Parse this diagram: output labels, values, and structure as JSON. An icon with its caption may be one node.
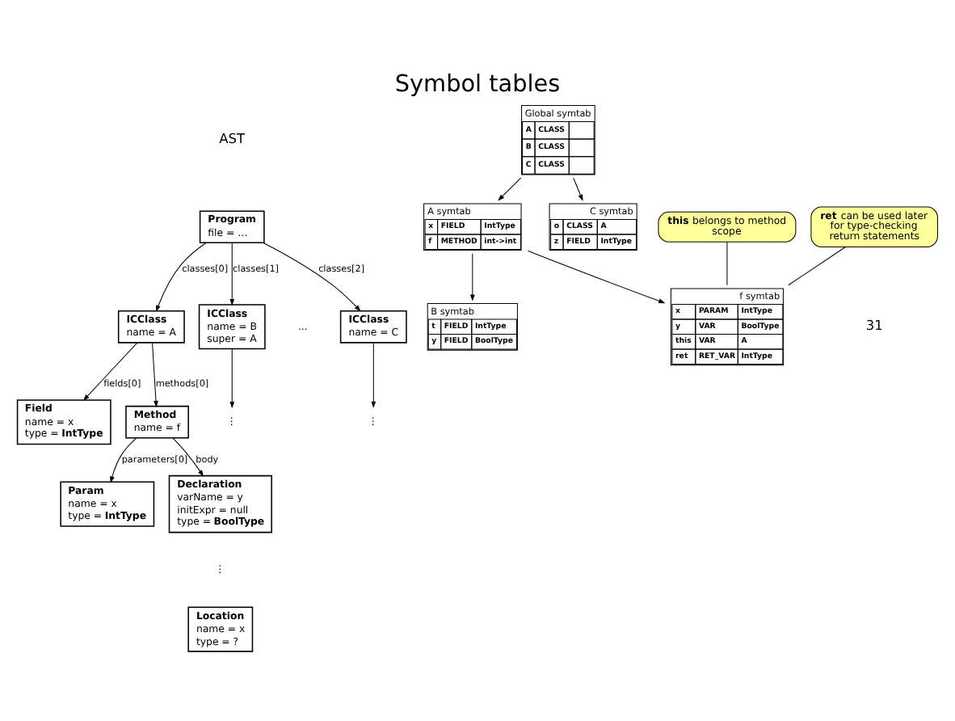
{
  "diagram": {
    "title": "Symbol tables",
    "nodes": [
      {
        "text": [
          "Program",
          "file = …"
        ]
      },
      {
        "text": [
          "ICClass",
          "name = A"
        ]
      },
      {
        "text": [
          "ICClass",
          "name = B",
          "super = A"
        ]
      },
      {
        "text": [
          "ICClass",
          "name = C"
        ]
      },
      {
        "text": [
          "Field",
          "name = x",
          "type = **IntType**"
        ]
      },
      {
        "text": [
          "Method",
          "name = f"
        ]
      },
      {
        "text": [
          "Param",
          "name = x",
          "type = **IntType**"
        ]
      },
      {
        "text": [
          "Declaration",
          "varName = y",
          "initExpr = null",
          "type = **BoolType**"
        ]
      },
      {
        "text": [
          "Location",
          "name = x",
          "type = ?"
        ]
      },
      {
        "text": [
          "⋮"
        ]
      },
      {
        "text": [
          "⋮"
        ]
      },
      {
        "text": [
          "Global symtab",
          "A",
          "CLASS",
          "B",
          "CLASS",
          "C",
          "CLASS"
        ]
      },
      {
        "text": [
          "A symtab",
          "x",
          "FIELD",
          "IntType",
          "f",
          "METHOD",
          "int->int"
        ]
      },
      {
        "text": [
          "C symtab",
          "o",
          "CLASS",
          "A",
          "z",
          "FIELD",
          "IntType"
        ]
      },
      {
        "text": [
          "B symtab",
          "t",
          "FIELD",
          "IntType",
          "y",
          "FIELD",
          "BoolType"
        ]
      },
      {
        "text": [
          "f symtab",
          "x",
          "PARAM",
          "IntType",
          "y",
          "VAR",
          "BoolType",
          "this",
          "VAR",
          "A",
          "ret",
          "RET_VAR",
          "IntType"
        ]
      },
      {
        "text": [
          "**this** belongs to method scope"
        ]
      },
      {
        "text": [
          "**ret** can be used later for type-checking return statements"
        ]
      }
    ],
    "edges": [
      {
        "from": 0,
        "to": 1,
        "arrow": "to",
        "label": "classes[0]"
      },
      {
        "from": 0,
        "to": 2,
        "arrow": "to",
        "label": "classes[1]"
      },
      {
        "from": 0,
        "to": 3,
        "arrow": "to",
        "label": "classes[2]"
      },
      {
        "from": 1,
        "to": 4,
        "arrow": "to",
        "label": "fields[0]"
      },
      {
        "from": 1,
        "to": 5,
        "arrow": "to",
        "label": "methods[0]"
      },
      {
        "from": 5,
        "to": 6,
        "arrow": "to",
        "label": "parameters[0]"
      },
      {
        "from": 5,
        "to": 7,
        "arrow": "to",
        "label": "body"
      },
      {
        "from": 2,
        "to": 9,
        "arrow": "to"
      },
      {
        "from": 3,
        "to": 10,
        "arrow": "to"
      },
      {
        "from": 11,
        "to": 12,
        "arrow": "to"
      },
      {
        "from": 11,
        "to": 13,
        "arrow": "to"
      },
      {
        "from": 12,
        "to": 14,
        "arrow": "to"
      },
      {
        "from": 12,
        "to": 15,
        "arrow": "to"
      },
      {
        "from": 16,
        "to": 15,
        "arrow": "none"
      },
      {
        "from": 17,
        "to": 15,
        "arrow": "none"
      }
    ],
    "labels": [
      "AST",
      "...",
      "⋮",
      "31"
    ]
  }
}
